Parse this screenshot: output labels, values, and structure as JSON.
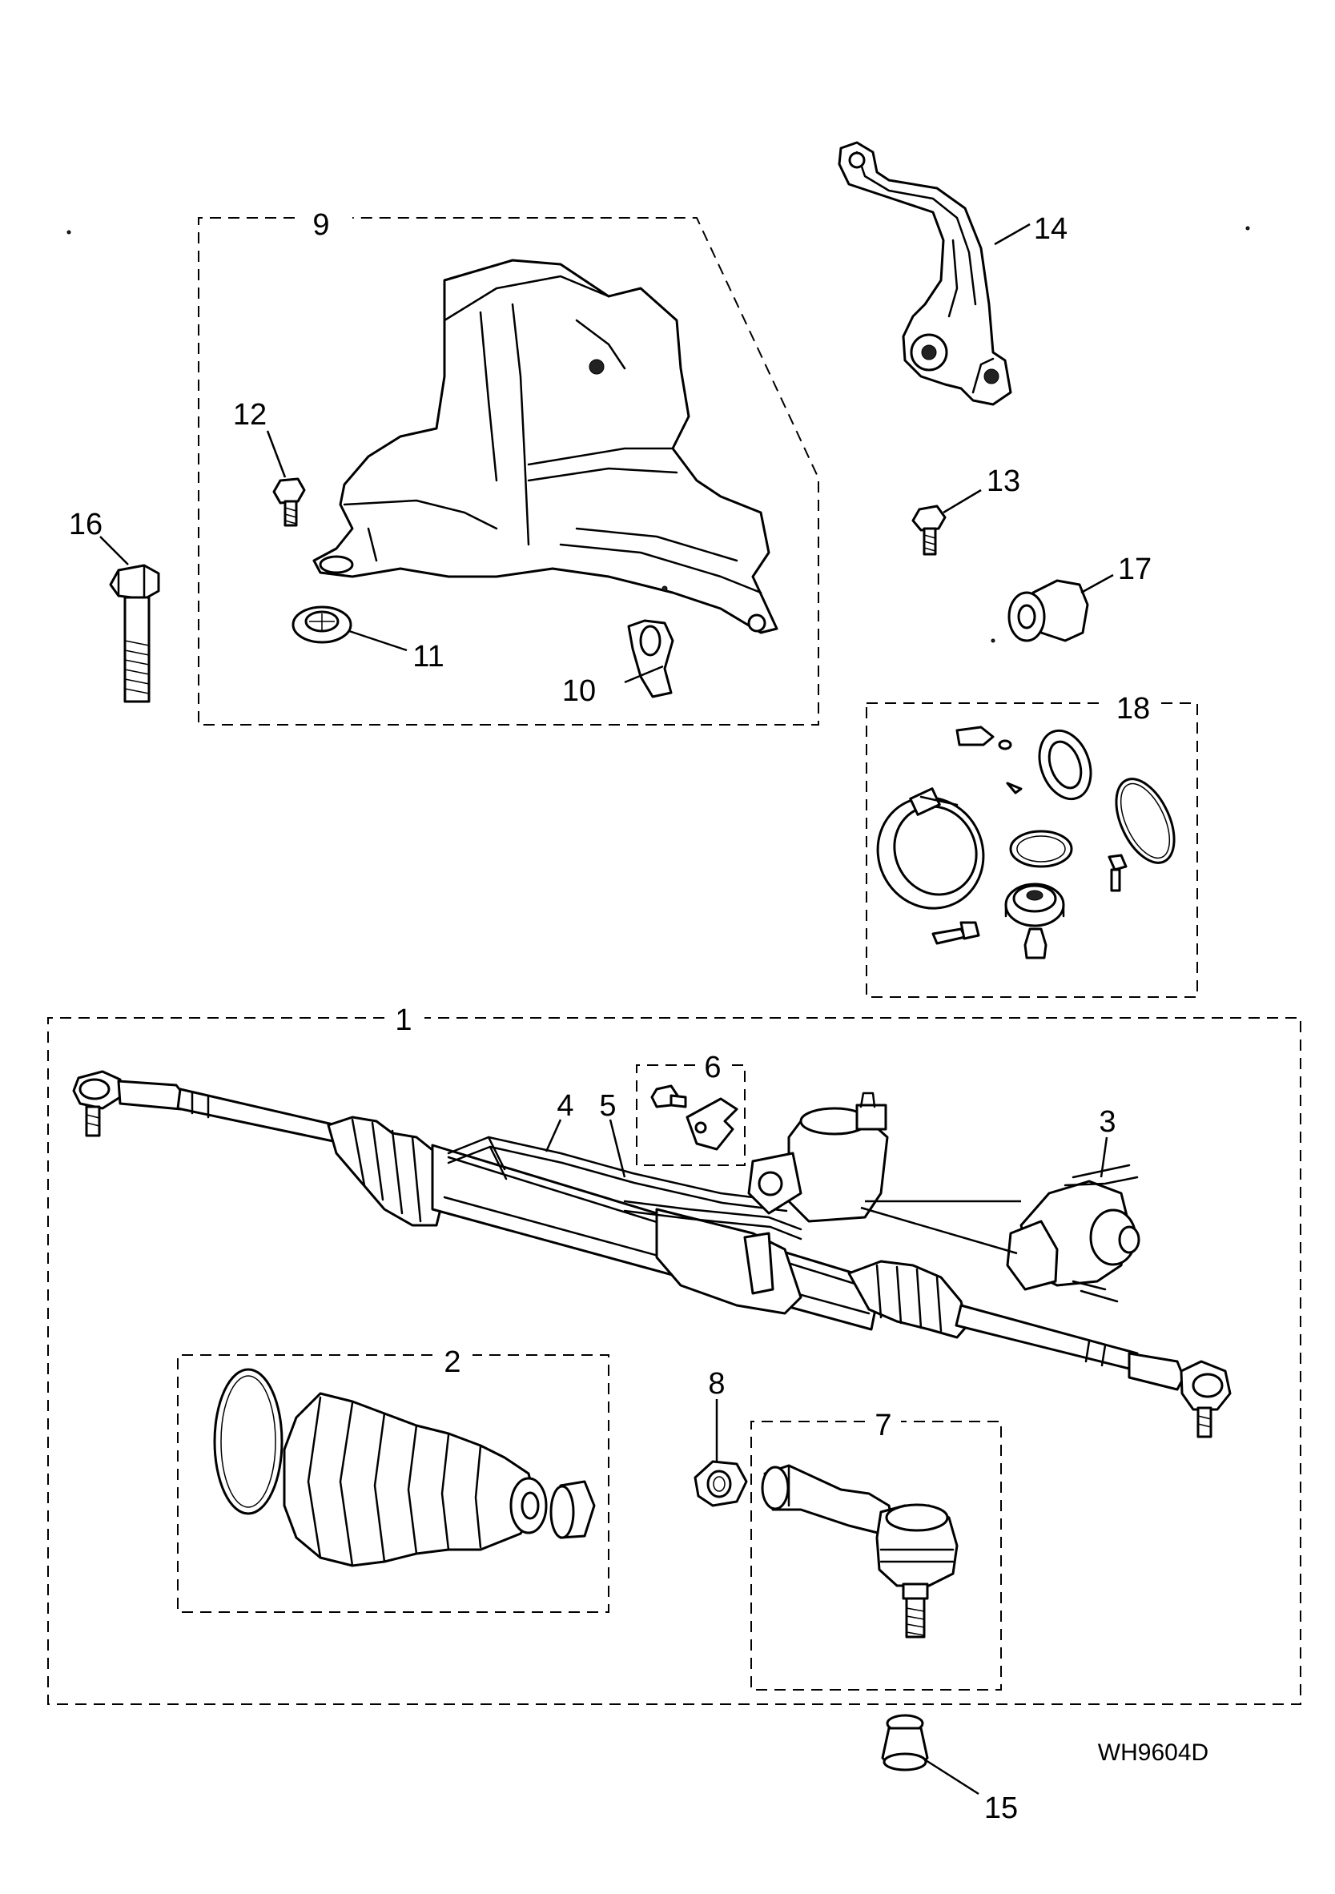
{
  "callouts": [
    "1",
    "2",
    "3",
    "4",
    "5",
    "6",
    "7",
    "8",
    "9",
    "10",
    "11",
    "12",
    "13",
    "14",
    "15",
    "16",
    "17",
    "18"
  ],
  "drawing_code": "WH9604D"
}
